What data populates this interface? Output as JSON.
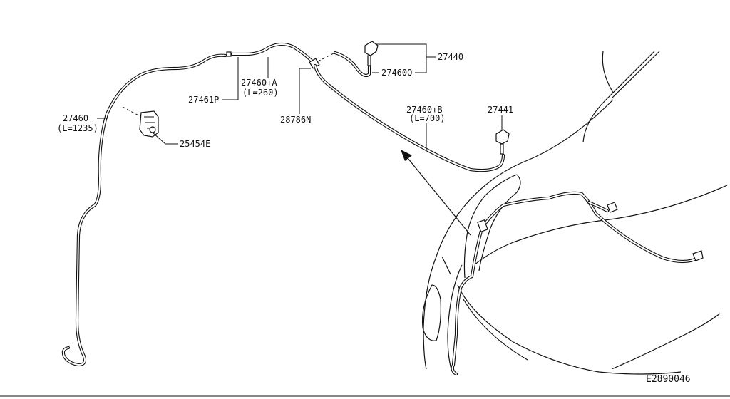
{
  "labels": {
    "p27460": "27460",
    "p27460_len": "(L=1235)",
    "p25454e": "25454E",
    "p27461p": "27461P",
    "p27460a": "27460+A",
    "p27460a_len": "(L=260)",
    "p28786n": "28786N",
    "p27440": "27440",
    "p27460q": "27460Q",
    "p27460b": "27460+B",
    "p27460b_len": "(L=700)",
    "p27441": "27441",
    "diagram_code": "E2890046"
  },
  "colors": {
    "line": "#111111",
    "background": "#ffffff"
  }
}
